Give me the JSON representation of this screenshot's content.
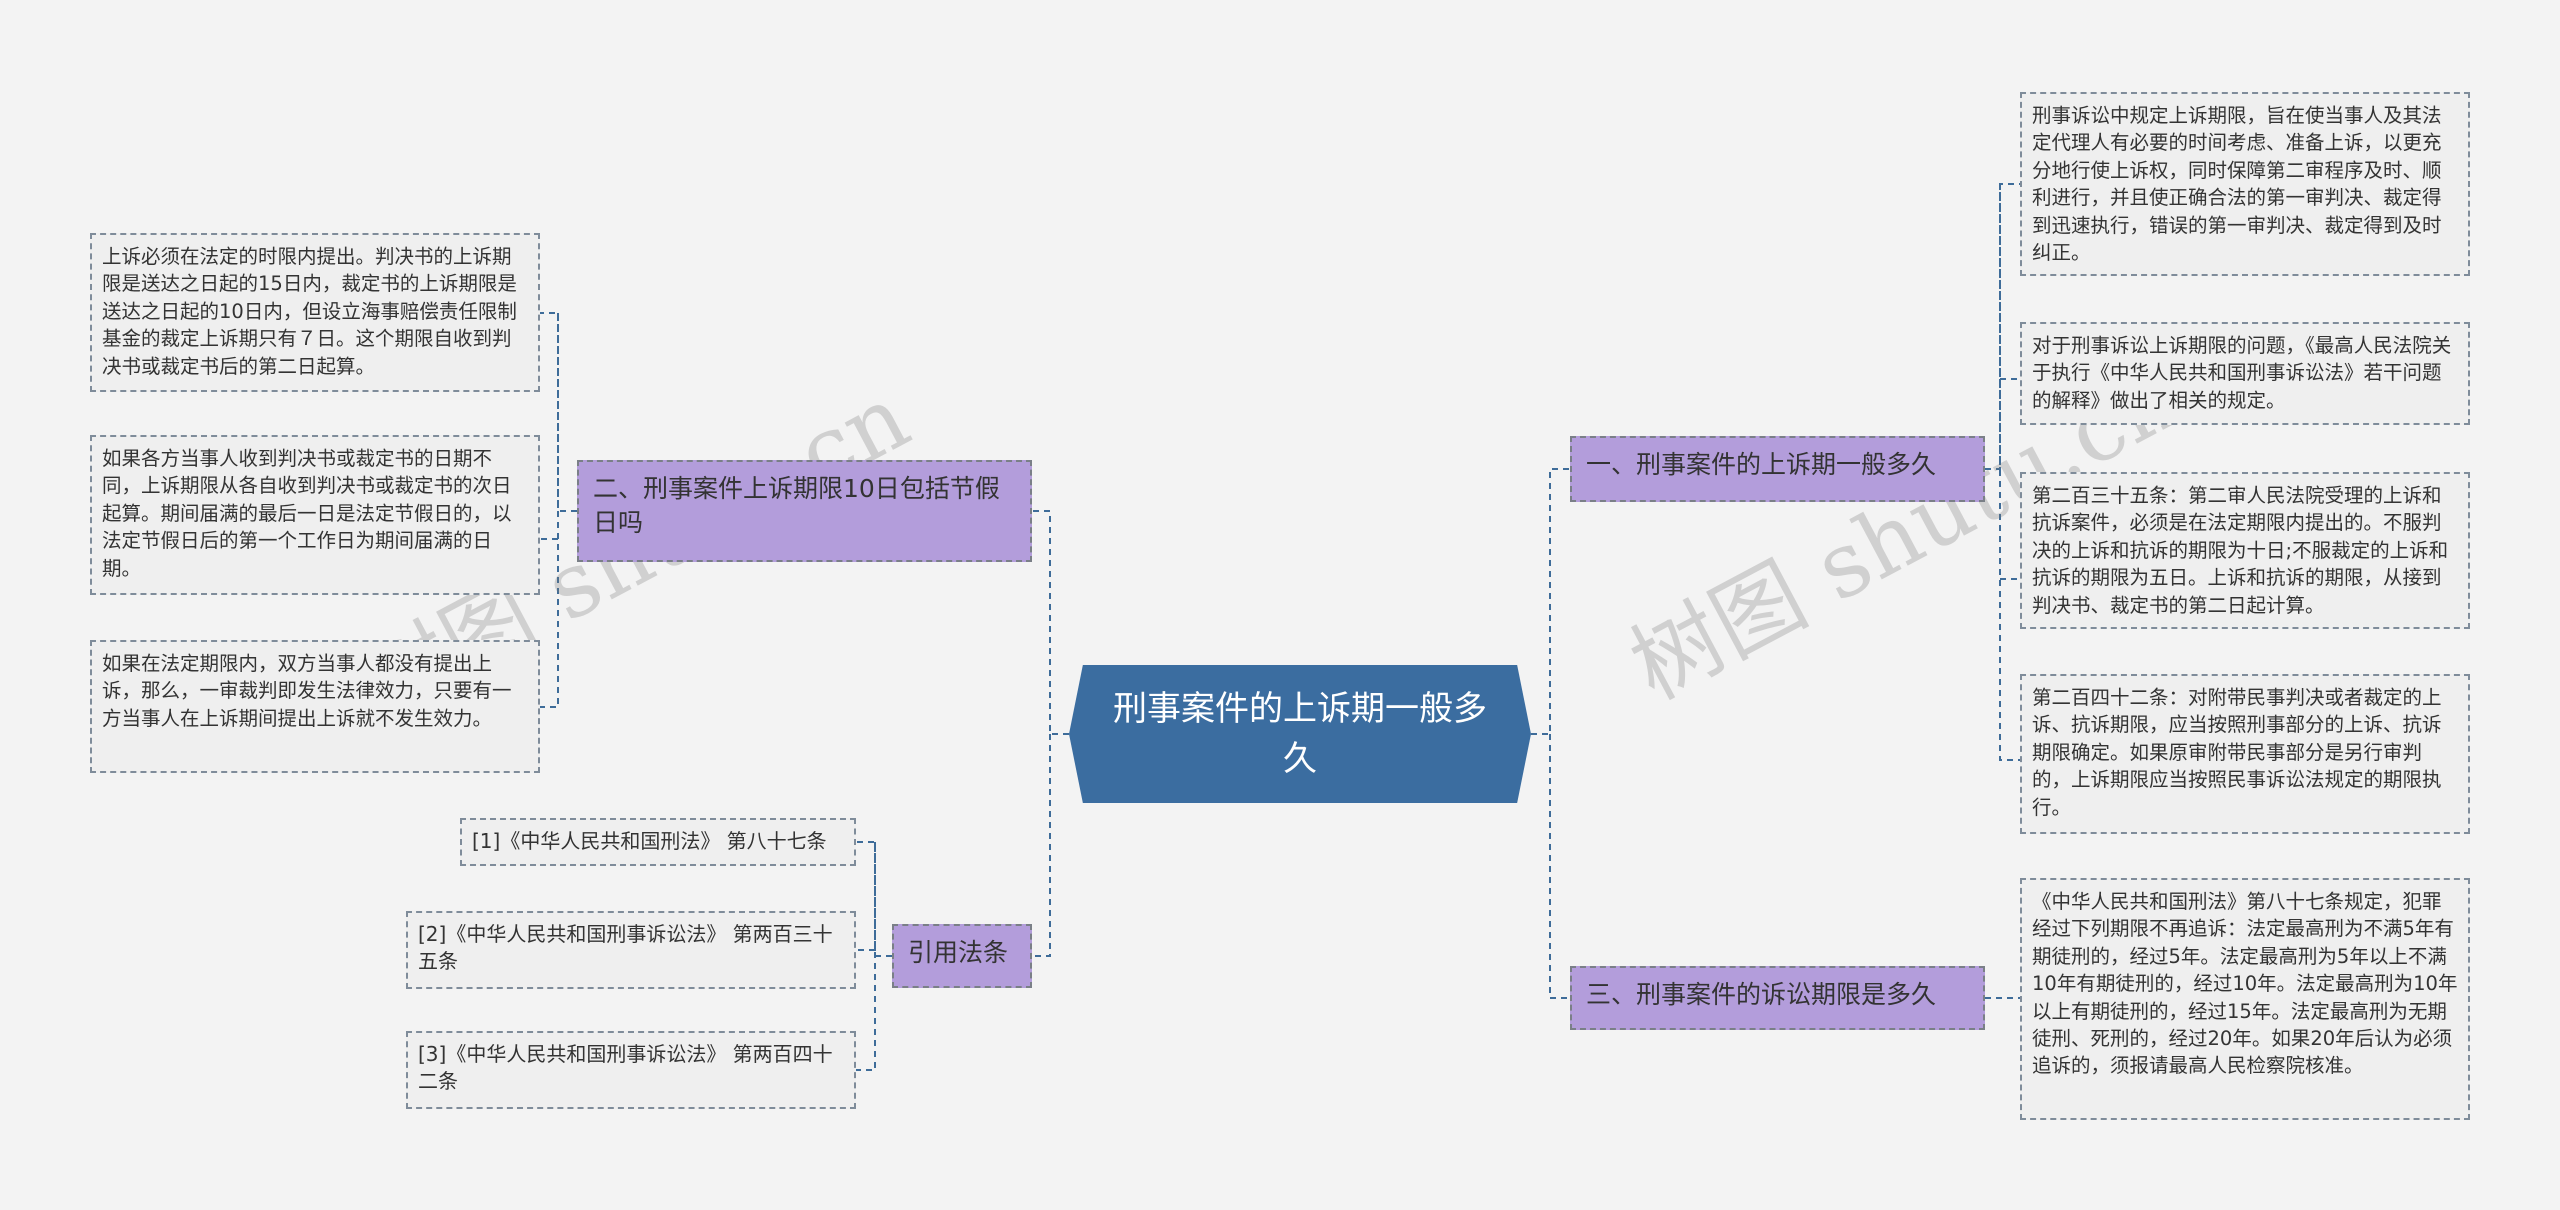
{
  "root": {
    "label": "刑事案件的上诉期一般多久"
  },
  "branches": {
    "b1": {
      "label": "一、刑事案件的上诉期一般多久"
    },
    "b2": {
      "label": "二、刑事案件上诉期限10日包括节假日吗"
    },
    "b3": {
      "label": "三、刑事案件的诉讼期限是多久"
    },
    "b4": {
      "label": "引用法条"
    }
  },
  "leaves": {
    "r1": "刑事诉讼中规定上诉期限，旨在使当事人及其法定代理人有必要的时间考虑、准备上诉，以更充分地行使上诉权，同时保障第二审程序及时、顺利进行，并且使正确合法的第一审判决、裁定得到迅速执行，错误的第一审判决、裁定得到及时纠正。",
    "r2": "对于刑事诉讼上诉期限的问题，《最高人民法院关于执行《中华人民共和国刑事诉讼法》若干问题的解释》做出了相关的规定。",
    "r3": "第二百三十五条：第二审人民法院受理的上诉和抗诉案件，必须是在法定期限内提出的。不服判决的上诉和抗诉的期限为十日;不服裁定的上诉和抗诉的期限为五日。上诉和抗诉的期限，从接到判决书、裁定书的第二日起计算。",
    "r4": "第二百四十二条：对附带民事判决或者裁定的上诉、抗诉期限，应当按照刑事部分的上诉、抗诉期限确定。如果原审附带民事部分是另行审判的，上诉期限应当按照民事诉讼法规定的期限执行。",
    "r5": "《中华人民共和国刑法》第八十七条规定，犯罪经过下列期限不再追诉：法定最高刑为不满5年有期徒刑的，经过5年。法定最高刑为5年以上不满10年有期徒刑的，经过10年。法定最高刑为10年以上有期徒刑的，经过15年。法定最高刑为无期徒刑、死刑的，经过20年。如果20年后认为必须追诉的，须报请最高人民检察院核准。",
    "l1": "上诉必须在法定的时限内提出。判决书的上诉期限是送达之日起的15日内，裁定书的上诉期限是送达之日起的10日内，但设立海事赔偿责任限制基金的裁定上诉期只有７日。这个期限自收到判决书或裁定书后的第二日起算。",
    "l2": "如果各方当事人收到判决书或裁定书的日期不同，上诉期限从各自收到判决书或裁定书的次日起算。期间届满的最后一日是法定节假日的，以法定节假日后的第一个工作日为期间届满的日期。",
    "l3": "如果在法定期限内，双方当事人都没有提出上诉，那么，一审裁判即发生法律效力，只要有一方当事人在上诉期间提出上诉就不发生效力。",
    "ref1": "[1]《中华人民共和国刑法》 第八十七条",
    "ref2": "[2]《中华人民共和国刑事诉讼法》 第两百三十五条",
    "ref3": "[3]《中华人民共和国刑事诉讼法》 第两百四十二条"
  },
  "watermark": [
    "树图 shutu.cn",
    "树图 shutu.cn"
  ],
  "colors": {
    "root": "#3b6da0",
    "branch": "#b39ddb",
    "leaf": "#efefef",
    "line": "#3e6c99"
  }
}
